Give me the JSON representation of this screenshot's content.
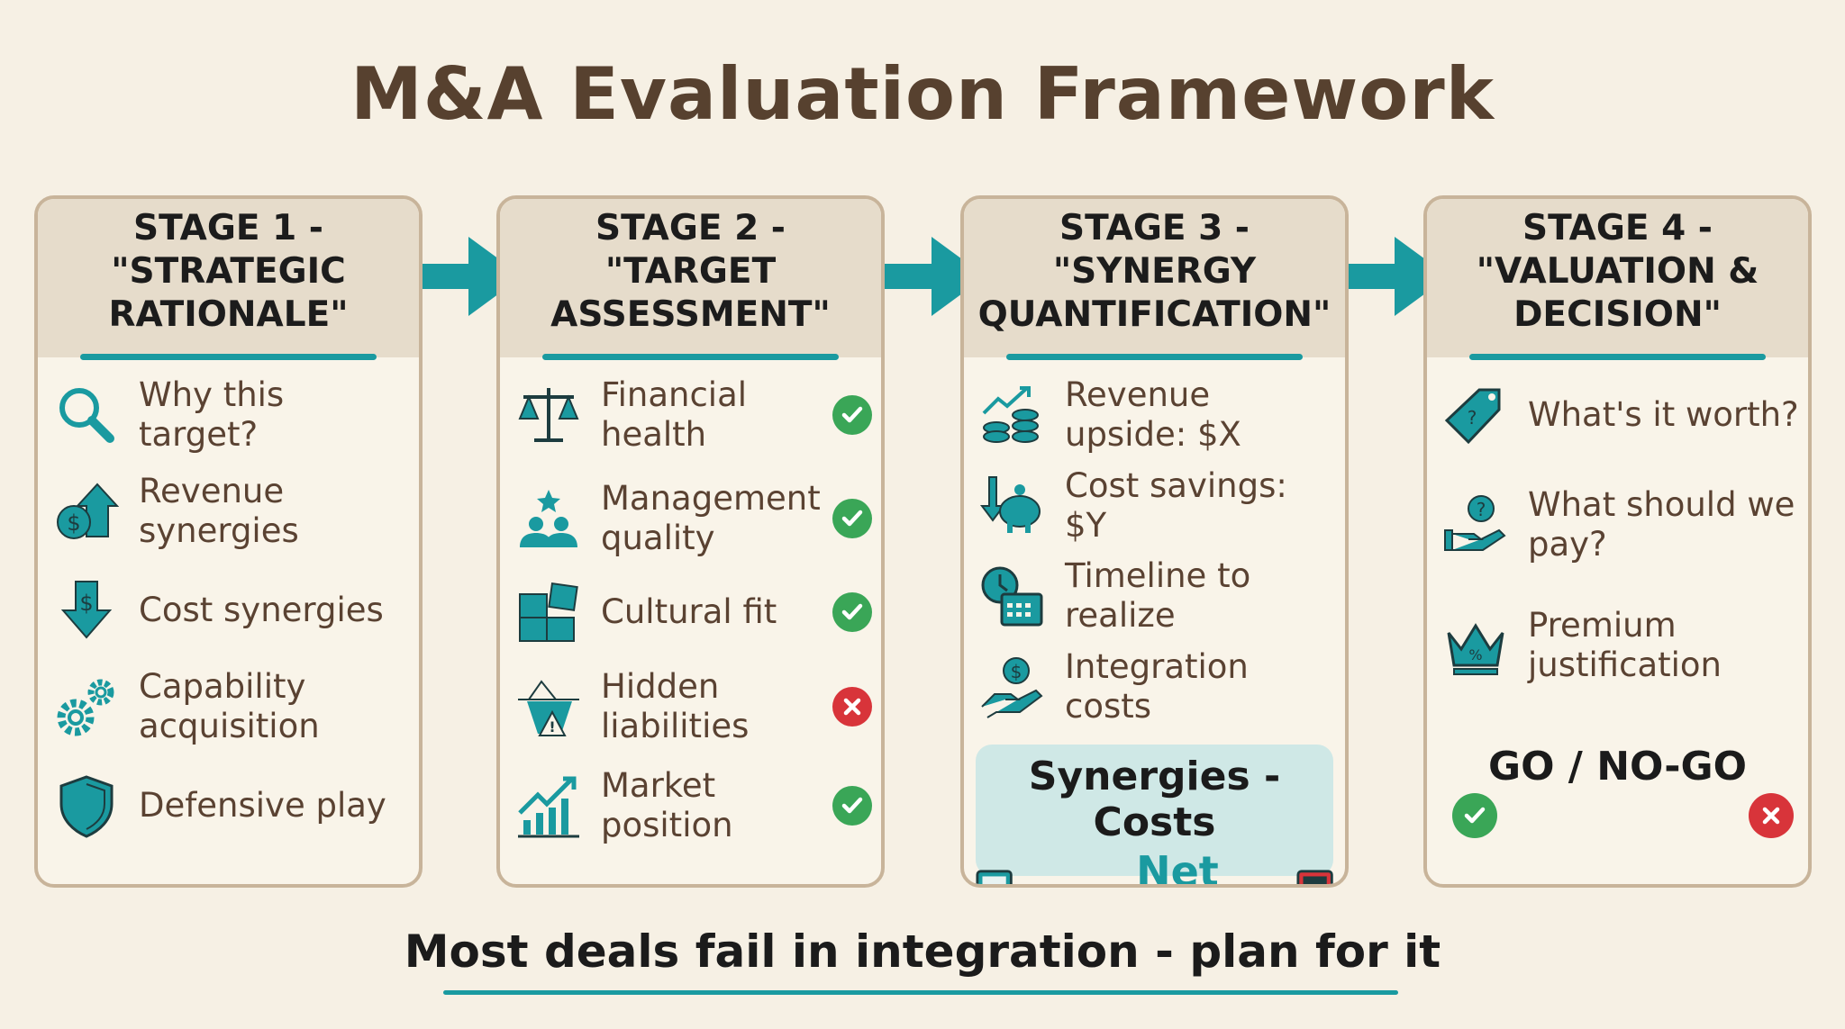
{
  "title": "M&A Evaluation Framework",
  "colors": {
    "accent": "#1a9aa0",
    "check": "#3aa657",
    "cross": "#d8343a",
    "title": "#57412f",
    "background": "#f6f0e4"
  },
  "stages": [
    {
      "title": "STAGE 1 -\n\"STRATEGIC\nRATIONALE\"",
      "items": [
        {
          "label": "Why this target?",
          "icon": "magnifier-icon"
        },
        {
          "label": "Revenue\nsynergies",
          "icon": "dollar-up-arrow-icon"
        },
        {
          "label": "Cost synergies",
          "icon": "dollar-down-arrow-icon"
        },
        {
          "label": "Capability\nacquisition",
          "icon": "gears-icon"
        },
        {
          "label": "Defensive play",
          "icon": "shield-icon"
        }
      ]
    },
    {
      "title": "STAGE 2 -\n\"TARGET\nASSESSMENT\"",
      "items": [
        {
          "label": "Financial health",
          "icon": "scale-icon",
          "status": "check"
        },
        {
          "label": "Management\nquality",
          "icon": "team-star-icon",
          "status": "check"
        },
        {
          "label": "Cultural fit",
          "icon": "puzzle-icon",
          "status": "check"
        },
        {
          "label": "Hidden\nliabilities",
          "icon": "iceberg-warning-icon",
          "status": "cross"
        },
        {
          "label": "Market position",
          "icon": "growth-chart-icon",
          "status": "check"
        }
      ]
    },
    {
      "title": "STAGE 3 -\n\"SYNERGY\nQUANTIFICATION\"",
      "items": [
        {
          "label": "Revenue upside: $X",
          "icon": "coins-trend-icon"
        },
        {
          "label": "Cost savings: $Y",
          "icon": "piggy-bank-icon"
        },
        {
          "label": "Timeline to realize",
          "icon": "clock-calendar-icon"
        },
        {
          "label": "Integration costs",
          "icon": "hand-coin-icon"
        }
      ],
      "formula": {
        "line1": "Synergies - Costs",
        "equals": "=",
        "result": "Net Value"
      }
    },
    {
      "title": "STAGE 4 -\n\"VALUATION &\nDECISION\"",
      "items": [
        {
          "label": "What's it worth?",
          "icon": "price-tag-icon"
        },
        {
          "label": "What should we\npay?",
          "icon": "hand-question-icon"
        },
        {
          "label": "Premium\njustification",
          "icon": "crown-icon"
        }
      ],
      "decision": "GO / NO-GO"
    }
  ],
  "footer": "Most deals fail in integration - plan for it"
}
